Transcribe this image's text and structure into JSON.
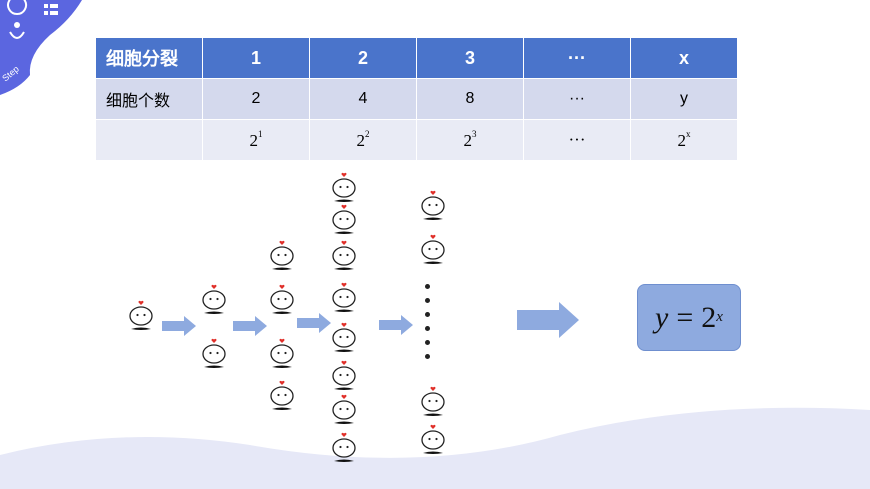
{
  "table": {
    "header": [
      "细胞分裂",
      "1",
      "2",
      "3",
      "···",
      "x"
    ],
    "row_counts": [
      "细胞个数",
      "2",
      "4",
      "8",
      "···",
      "y"
    ],
    "row_powers": [
      {
        "base": "",
        "exp": ""
      },
      {
        "base": "2",
        "exp": "1"
      },
      {
        "base": "2",
        "exp": "2"
      },
      {
        "base": "2",
        "exp": "3"
      },
      {
        "base": "···",
        "exp": ""
      },
      {
        "base": "2",
        "exp": "x"
      }
    ]
  },
  "formula": {
    "lhs": "y",
    "eq": "=",
    "base": "2",
    "exp": "x"
  },
  "decor": {
    "corner_text": "Step"
  },
  "colors": {
    "header_bg": "#4a74cb",
    "row2_bg": "#d4d9ed",
    "row3_bg": "#e9ebf5",
    "arrow": "#8eaadf",
    "heart": "#e0302a",
    "wave": "#e6e8f7"
  },
  "diagram": {
    "stage_counts": [
      1,
      2,
      4,
      8,
      4
    ],
    "icon": "smiley-cell-icon"
  }
}
